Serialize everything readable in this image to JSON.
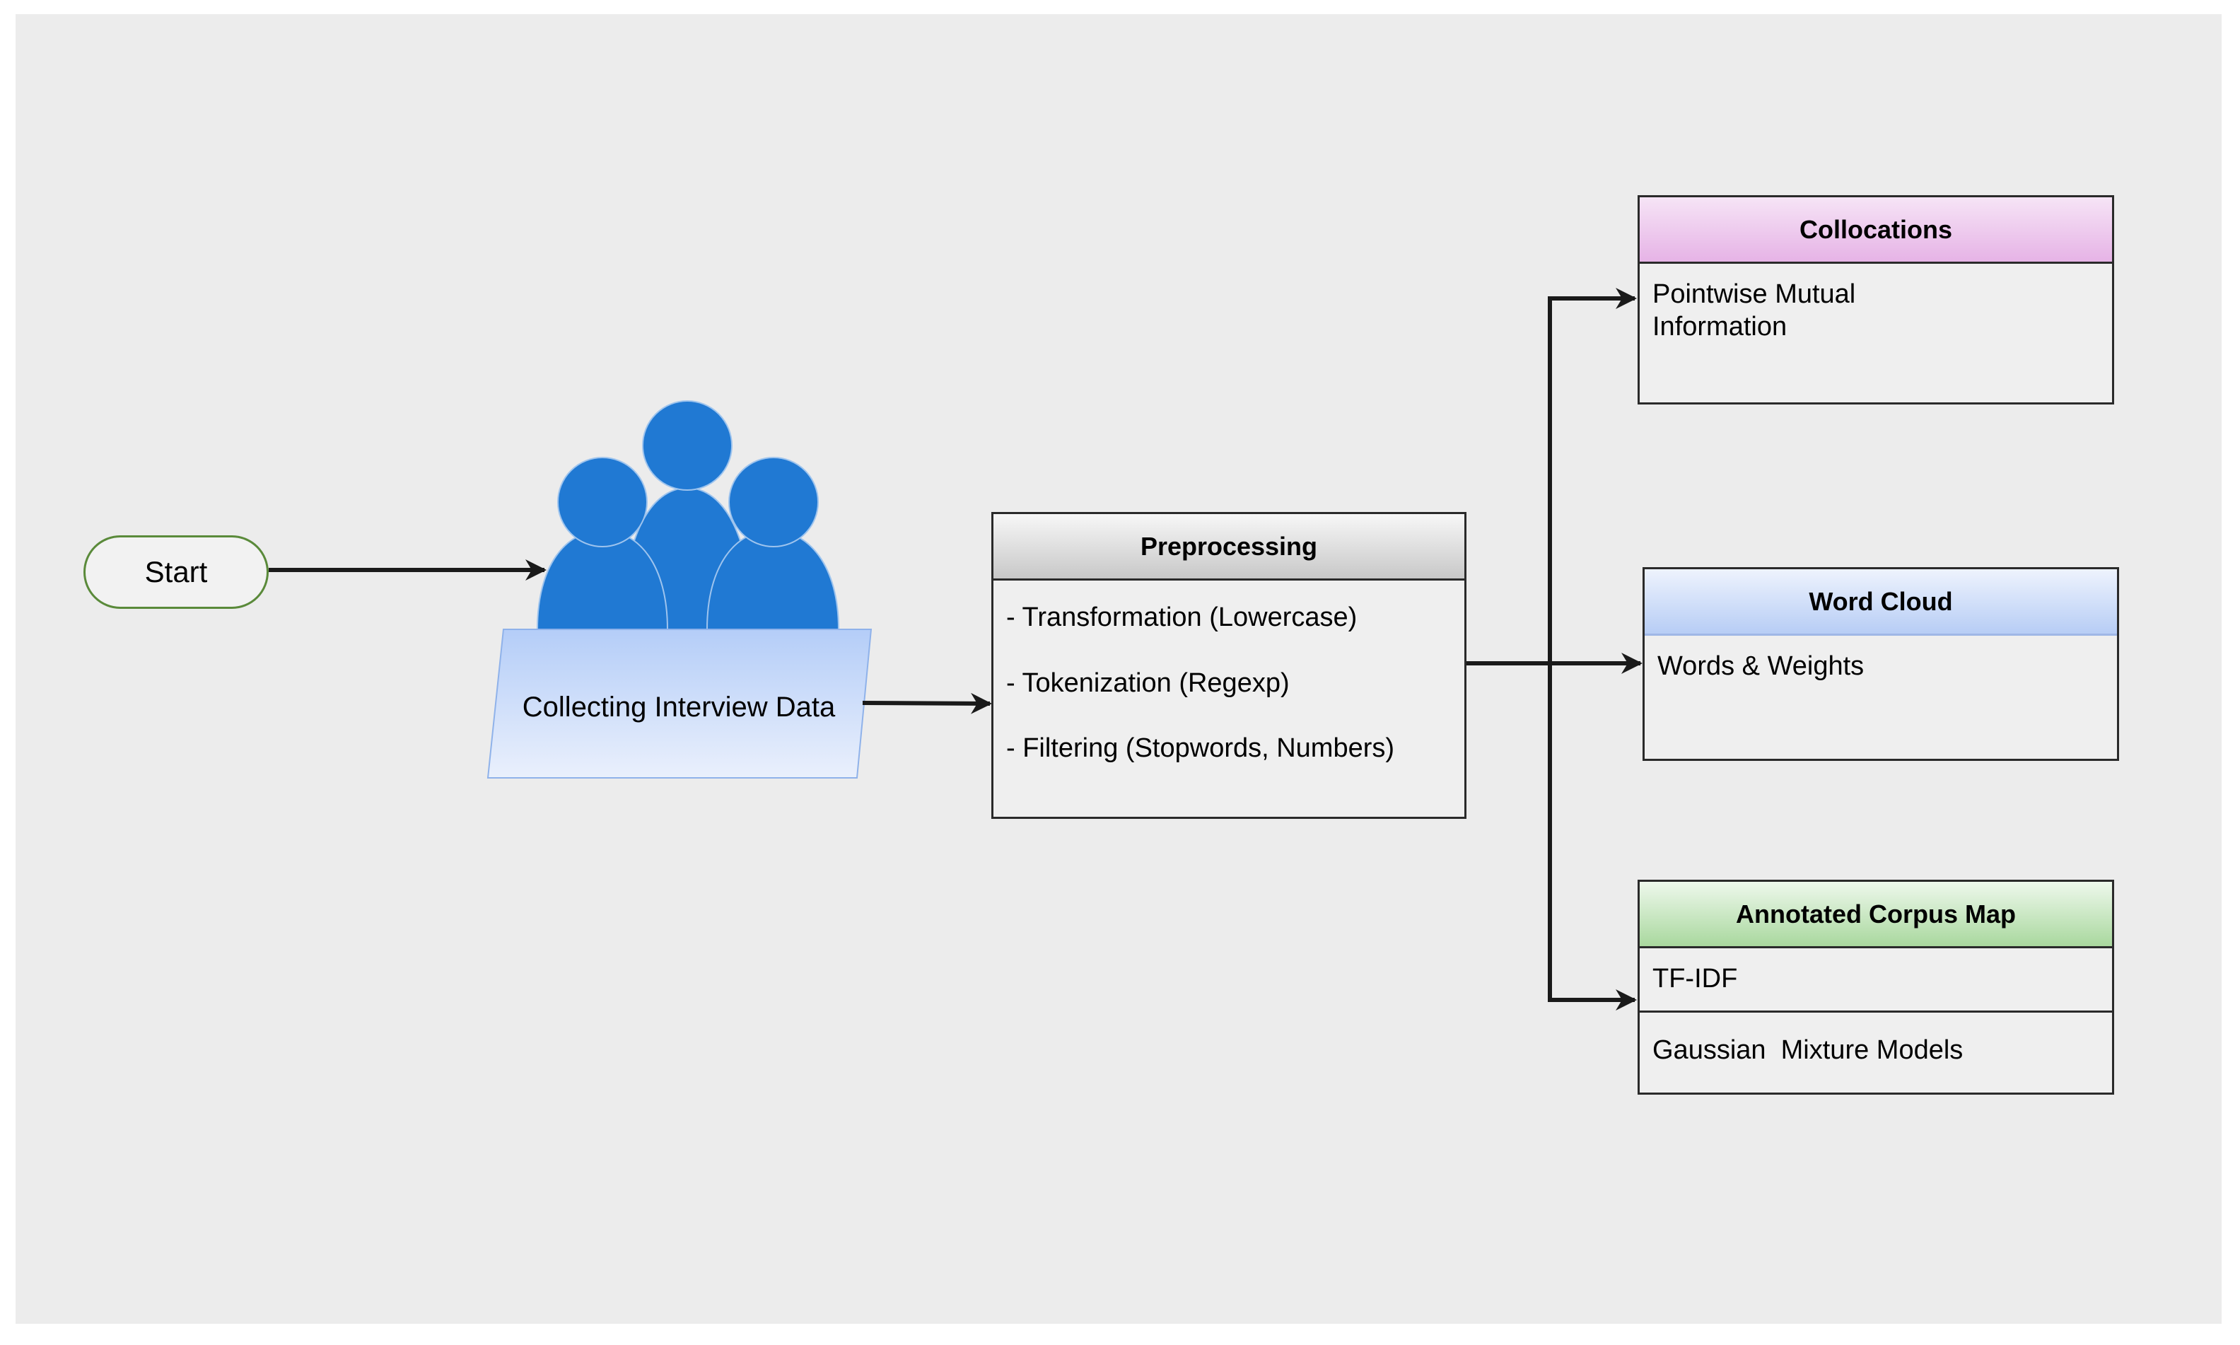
{
  "start": {
    "label": "Start"
  },
  "collecting": {
    "label": "Collecting Interview Data"
  },
  "preprocessing": {
    "title": "Preprocessing",
    "items": [
      "- Transformation (Lowercase)",
      "- Tokenization (Regexp)",
      "- Filtering (Stopwords, Numbers)"
    ]
  },
  "collocations": {
    "title": "Collocations",
    "body": "Pointwise Mutual Information"
  },
  "word_cloud": {
    "title": "Word Cloud",
    "body": "Words & Weights"
  },
  "corpus_map": {
    "title": "Annotated Corpus Map",
    "items": [
      "TF-IDF",
      "Gaussian  Mixture Models"
    ]
  },
  "colors": {
    "users_icon": "#2079d3",
    "collecting_gradient": [
      "#b4cdf8",
      "#eaf0fc"
    ],
    "collocations_header": "#e6b3e6",
    "word_cloud_header": "#b7cdf5",
    "corpus_map_header": "#a9d89e",
    "start_border": "#5a8a3a"
  }
}
